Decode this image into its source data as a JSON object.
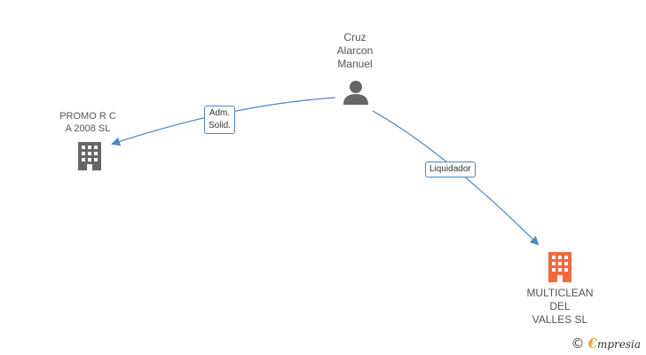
{
  "nodes": {
    "person": {
      "lines": [
        "Cruz",
        "Alarcon",
        "Manuel"
      ],
      "icon": "person-icon",
      "color": "#666666"
    },
    "company_left": {
      "lines": [
        "PROMO R C",
        "A 2008  SL"
      ],
      "icon": "building-icon",
      "color": "#666666"
    },
    "company_right": {
      "lines": [
        "MULTICLEAN",
        "DEL",
        "VALLES SL"
      ],
      "icon": "building-icon",
      "color": "#f26a3d"
    }
  },
  "edges": {
    "adm": {
      "lines": [
        "Adm.",
        "Solid."
      ],
      "color": "#4a86c8"
    },
    "liq": {
      "lines": [
        "Liquidador"
      ],
      "color": "#4a86c8"
    }
  },
  "footer": {
    "copyright_symbol": "©",
    "brand_initial": "€",
    "brand_rest": "mpresia"
  }
}
